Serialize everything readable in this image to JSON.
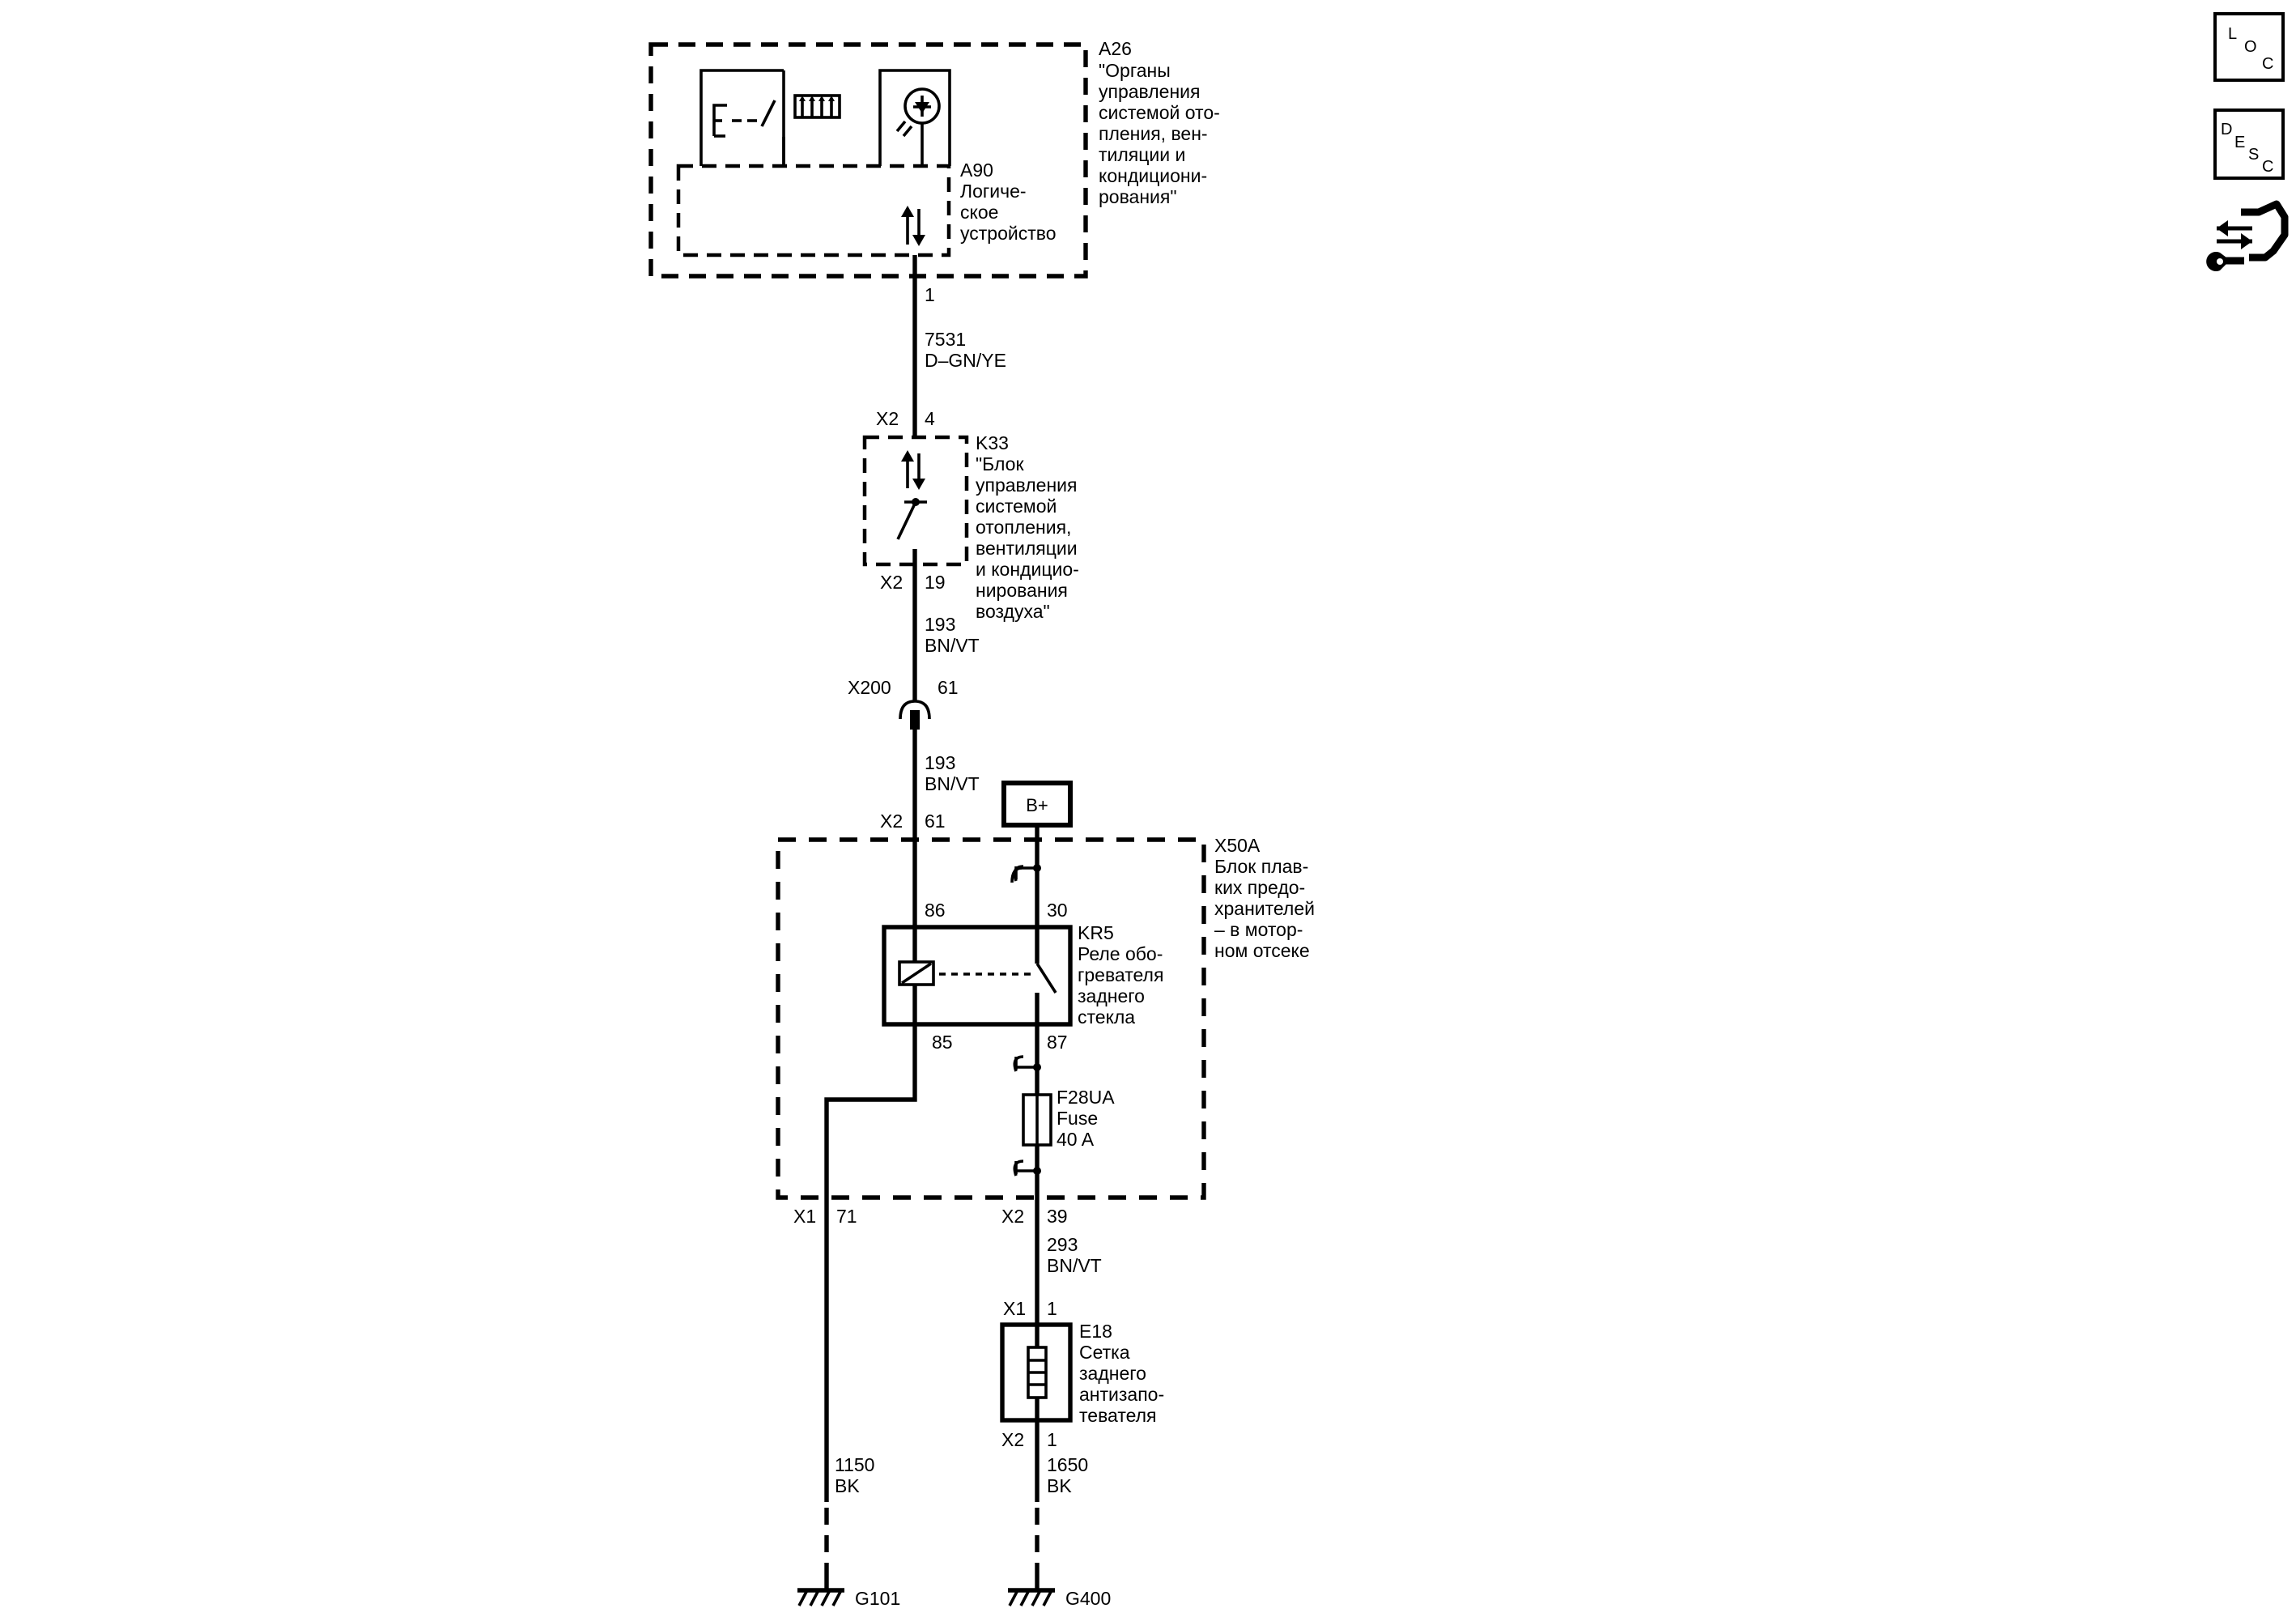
{
  "side_icons": {
    "loc": [
      "L",
      "O",
      "C"
    ],
    "desc": [
      "D",
      "E",
      "S",
      "C"
    ]
  },
  "a26": {
    "id": "A26",
    "desc": [
      "\"Органы",
      "управления",
      "системой ото-",
      "пления, вен-",
      "тиляции и",
      "кондициони-",
      "рования\""
    ]
  },
  "a90": {
    "id": "A90",
    "desc": [
      "Логиче-",
      "ское",
      "устройство"
    ]
  },
  "a26_pin": "1",
  "wire_7531": {
    "circuit": "7531",
    "color": "D–GN/YE"
  },
  "k33": {
    "id": "K33",
    "connector": "X2",
    "pin_in": "4",
    "pin_out": "19",
    "desc": [
      "\"Блок",
      "управления",
      "системой",
      "отопления,",
      "вентиляции",
      "и кондицио-",
      "нирования",
      "воздуха\""
    ]
  },
  "wire_193a": {
    "circuit": "193",
    "color": "BN/VT"
  },
  "x200": {
    "id": "X200",
    "pin": "61"
  },
  "wire_193b": {
    "circuit": "193",
    "color": "BN/VT"
  },
  "x50a": {
    "id": "X50A",
    "connector_in": "X2",
    "pin_in": "61",
    "desc": [
      "Блок плав-",
      "ких предо-",
      "хранителей",
      "– в мотор-",
      "ном отсеке"
    ],
    "out_left_connector": "X1",
    "out_left_pin": "71",
    "out_right_connector": "X2",
    "out_right_pin": "39"
  },
  "bplus": "B+",
  "kr5": {
    "id": "KR5",
    "pin86": "86",
    "pin30": "30",
    "pin85": "85",
    "pin87": "87",
    "desc": [
      "Реле обо-",
      "гревателя",
      "заднего",
      "стекла"
    ]
  },
  "f28ua": {
    "id": "F28UA",
    "type": "Fuse",
    "rating": "40 A"
  },
  "wire_293": {
    "circuit": "293",
    "color": "BN/VT"
  },
  "e18": {
    "id": "E18",
    "connector_in": "X1",
    "pin_in": "1",
    "connector_out": "X2",
    "pin_out": "1",
    "desc": [
      "Сетка",
      "заднего",
      "антизапо-",
      "тевателя"
    ]
  },
  "wire_1150": {
    "circuit": "1150",
    "color": "BK"
  },
  "wire_1650": {
    "circuit": "1650",
    "color": "BK"
  },
  "g101": "G101",
  "g400": "G400"
}
